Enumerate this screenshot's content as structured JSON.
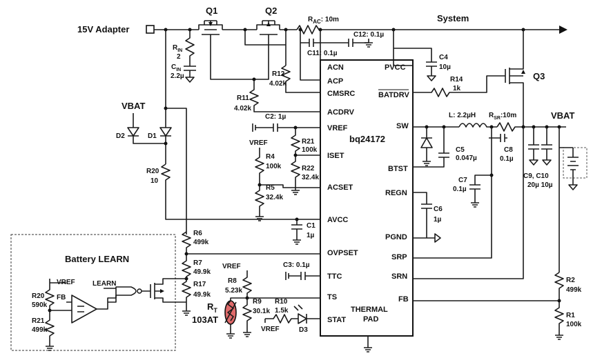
{
  "title_adapter": "15V Adapter",
  "title_system": "System",
  "vbat_left": "VBAT",
  "vbat_right": "VBAT",
  "learn_box_title": "Battery LEARN",
  "ic": {
    "name": "bq24172",
    "thermal_pad": "THERMAL PAD",
    "pins_left": [
      "ACN",
      "ACP",
      "CMSRC",
      "ACDRV",
      "VREF",
      "ISET",
      "ACSET",
      "AVCC",
      "OVPSET",
      "TTC",
      "TS",
      "STAT"
    ],
    "pins_right": [
      "PVCC",
      "BATDRV",
      "SW",
      "BTST",
      "REGN",
      "PGND",
      "SRP",
      "SRN",
      "FB"
    ]
  },
  "components": {
    "q1": "Q1",
    "q2": "Q2",
    "q3": "Q3",
    "rac": "R",
    "rac_sub": "AC",
    "rac_val": ": 10m",
    "c12": "C12: 0.1µ",
    "c11": "C11: 0.1µ",
    "rin": "R",
    "rin_sub": "IN",
    "rin_val": "2",
    "cin": "C",
    "cin_sub": "IN",
    "cin_val": "2.2µ",
    "r12": "R12",
    "r12_val": "4.02k",
    "r11": "R11",
    "r11_val": "4.02k",
    "c4": "C4",
    "c4_val": "10µ",
    "r14": "R14",
    "r14_val": "1k",
    "d1": "D1",
    "d2": "D2",
    "r20": "R20",
    "r20_val": "10",
    "c2": "C2: 1µ",
    "r21": "R21",
    "r21_val": "100k",
    "r22": "R22",
    "r22_val": "32.4k",
    "r4": "R4",
    "r4_val": "100k",
    "r5": "R5",
    "r5_val": "32.4k",
    "vref1": "VREF",
    "c1": "C1",
    "c1_val": "1µ",
    "l": "L: 2.2µH",
    "rsr": "R",
    "rsr_sub": "SR",
    "rsr_val": ":10m",
    "c5": "C5",
    "c5_val": "0.047µ",
    "c8": "C8",
    "c8_val": "0.1µ",
    "c7": "C7",
    "c7_val": "0.1µ",
    "c6": "C6",
    "c6_val": "1µ",
    "c910": "C9, C10",
    "c910_val": "20µ 10µ",
    "r6": "R6",
    "r6_val": "499k",
    "r7": "R7",
    "r7_val": "49.9k",
    "r17": "R17",
    "r17_val": "49.9k",
    "vref2": "VREF",
    "r8": "R8",
    "r8_val": "5.23k",
    "c3": "C3: 0.1µ",
    "rt": "R",
    "rt_sub": "T",
    "rt_val": "103AT",
    "r9": "R9",
    "r9_val": "30.1k",
    "r10": "R10",
    "r10_val": "1.5k",
    "vref3": "VREF",
    "d3": "D3",
    "r2": "R2",
    "r2_val": "499k",
    "r1": "R1",
    "r1_val": "100k",
    "learn_vref": "VREF",
    "r20b": "R20",
    "r20b_val": "590k",
    "fb": "FB",
    "r21b": "R21",
    "r21b_val": "499k",
    "learn": "LEARN"
  }
}
